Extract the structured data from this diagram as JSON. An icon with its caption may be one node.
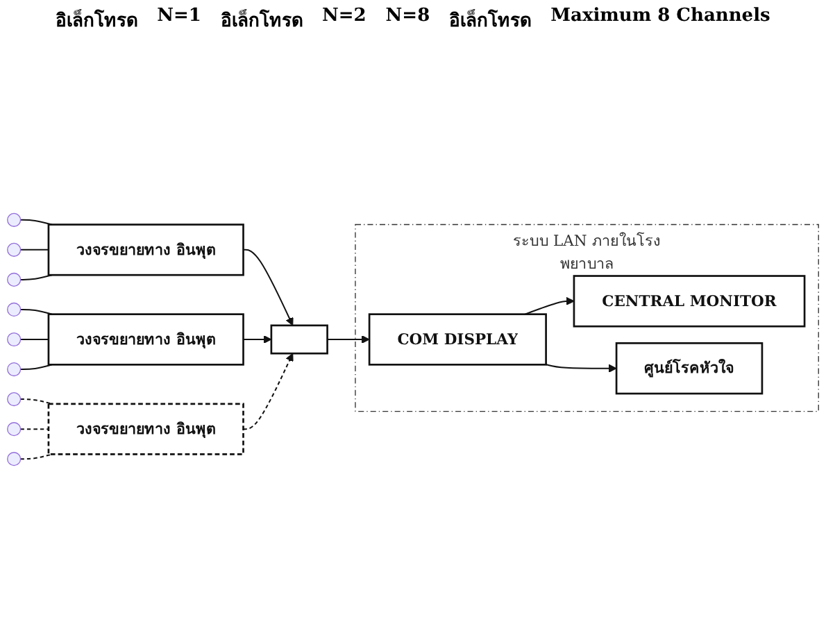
{
  "diagram": {
    "nodes": [
      {
        "text": [
          "วงจรขยายทาง อินพุต"
        ]
      },
      {
        "text": [],
        "shape": "circle"
      },
      {
        "text": [],
        "shape": "circle"
      },
      {
        "text": [],
        "shape": "circle"
      },
      {
        "text": [
          "วงจรขยายทาง อินพุต"
        ]
      },
      {
        "text": [],
        "shape": "circle"
      },
      {
        "text": [],
        "shape": "circle"
      },
      {
        "text": [],
        "shape": "circle"
      },
      {
        "text": [
          "วงจรขยายทาง อินพุต"
        ]
      },
      {
        "text": [],
        "shape": "circle"
      },
      {
        "text": [],
        "shape": "circle"
      },
      {
        "text": [],
        "shape": "circle"
      },
      {
        "text": [],
        "shape": "box"
      },
      {
        "text": [
          "ระบบ LAN ภายในโรงพยาบาล"
        ]
      },
      {
        "text": [
          "COM DISPLAY"
        ],
        "in": 13
      },
      {
        "text": [
          "CENTRAL MONITOR"
        ],
        "in": 13
      },
      {
        "text": [
          "ศูนย์โรคหัวใจ"
        ],
        "in": 13
      }
    ],
    "edges": [
      {
        "from": 1,
        "to": 0,
        "arrow": "none"
      },
      {
        "from": 2,
        "to": 0,
        "arrow": "none"
      },
      {
        "from": 3,
        "to": 0,
        "arrow": "none"
      },
      {
        "from": 5,
        "to": 4,
        "arrow": "none"
      },
      {
        "from": 6,
        "to": 4,
        "arrow": "none"
      },
      {
        "from": 7,
        "to": 4,
        "arrow": "none"
      },
      {
        "from": 9,
        "to": 8,
        "arrow": "none",
        "style": "dashed"
      },
      {
        "from": 10,
        "to": 8,
        "arrow": "none",
        "style": "dashed"
      },
      {
        "from": 11,
        "to": 8,
        "arrow": "none",
        "style": "dashed"
      },
      {
        "from": 0,
        "to": 12,
        "arrow": "to"
      },
      {
        "from": 4,
        "to": 12,
        "arrow": "to"
      },
      {
        "from": 8,
        "to": 12,
        "arrow": "to",
        "style": "dashed"
      },
      {
        "from": 12,
        "to": 14,
        "arrow": "to"
      },
      {
        "from": 14,
        "to": 15,
        "arrow": "to"
      },
      {
        "from": 14,
        "to": 16,
        "arrow": "to"
      }
    ],
    "labels": [
      "อิเล็กโทรด",
      "N=1",
      "อิเล็กโทรด",
      "N=2",
      "N=8",
      "อิเล็กโทรด",
      "Maximum 8 Channels"
    ]
  }
}
